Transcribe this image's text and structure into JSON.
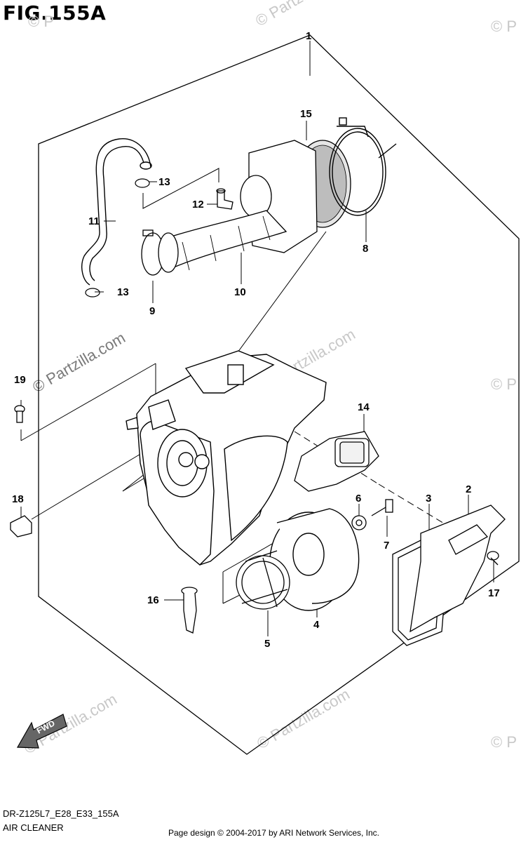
{
  "figure": {
    "title": "FIG.155A",
    "model_code": "DR-Z125L7_E28_E33_155A",
    "section_name": "AIR CLEANER",
    "page_credit": "Page design © 2004-2017 by ARI Network Services, Inc.",
    "fwd_label": "FWD"
  },
  "watermark": {
    "text": "© Partzilla.com",
    "text_short": "© Partzilla",
    "text_tail": "© P"
  },
  "callouts": [
    {
      "id": "part-1",
      "label": "1"
    },
    {
      "id": "part-2",
      "label": "2"
    },
    {
      "id": "part-3",
      "label": "3"
    },
    {
      "id": "part-4",
      "label": "4"
    },
    {
      "id": "part-5",
      "label": "5"
    },
    {
      "id": "part-6",
      "label": "6"
    },
    {
      "id": "part-7",
      "label": "7"
    },
    {
      "id": "part-8",
      "label": "8"
    },
    {
      "id": "part-9",
      "label": "9"
    },
    {
      "id": "part-10",
      "label": "10"
    },
    {
      "id": "part-11",
      "label": "11"
    },
    {
      "id": "part-12",
      "label": "12"
    },
    {
      "id": "part-13a",
      "label": "13"
    },
    {
      "id": "part-13b",
      "label": "13"
    },
    {
      "id": "part-14",
      "label": "14"
    },
    {
      "id": "part-15",
      "label": "15"
    },
    {
      "id": "part-16",
      "label": "16"
    },
    {
      "id": "part-17",
      "label": "17"
    },
    {
      "id": "part-18",
      "label": "18"
    },
    {
      "id": "part-19",
      "label": "19"
    }
  ]
}
